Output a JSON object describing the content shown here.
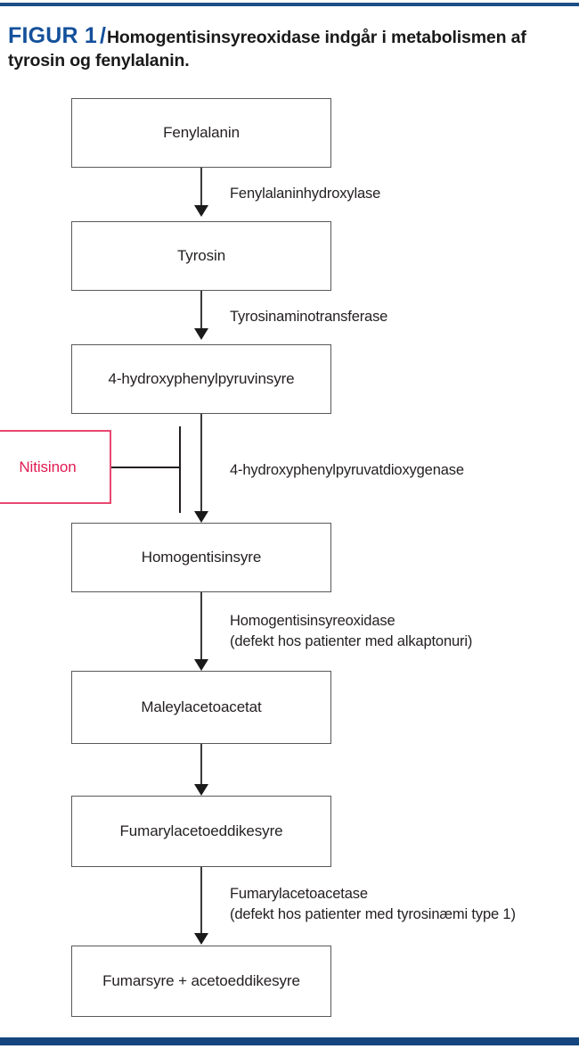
{
  "figure": {
    "label": "FIGUR 1",
    "separator": "/",
    "caption": "Homogentisinsyreoxidase indgår i metabolismen af tyrosin og fenylalanin.",
    "accent_color": "#14509B",
    "rule_color": "#14457E",
    "inhibitor_color": "#E21B52",
    "box_border_color": "#58595B"
  },
  "chart_data": {
    "type": "diagram",
    "title": "Homogentisinsyreoxidase indgår i metabolismen af tyrosin og fenylalanin.",
    "nodes": [
      {
        "id": "fenylalanin",
        "label": "Fenylalanin",
        "kind": "metabolite"
      },
      {
        "id": "tyrosin",
        "label": "Tyrosin",
        "kind": "metabolite"
      },
      {
        "id": "hpp",
        "label": "4-hydroxyphenylpyruvinsyre",
        "kind": "metabolite"
      },
      {
        "id": "nitisinon",
        "label": "Nitisinon",
        "kind": "inhibitor"
      },
      {
        "id": "homogentisinsyre",
        "label": "Homogentisinsyre",
        "kind": "metabolite"
      },
      {
        "id": "maleylacetoacetat",
        "label": "Maleylacetoacetat",
        "kind": "metabolite"
      },
      {
        "id": "fae",
        "label": "Fumarylacetoeddikesyre",
        "kind": "metabolite"
      },
      {
        "id": "fumarsyre",
        "label": "Fumarsyre + acetoeddikesyre",
        "kind": "metabolite"
      }
    ],
    "edges": [
      {
        "from": "fenylalanin",
        "to": "tyrosin",
        "type": "arrow",
        "label_line1": "Fenylalaninhydroxylase",
        "label_line2": ""
      },
      {
        "from": "tyrosin",
        "to": "hpp",
        "type": "arrow",
        "label_line1": "Tyrosinaminotransferase",
        "label_line2": ""
      },
      {
        "from": "hpp",
        "to": "homogentisinsyre",
        "type": "arrow",
        "label_line1": "4-hydroxyphenylpyruvatdioxygenase",
        "label_line2": ""
      },
      {
        "from": "nitisinon",
        "to": "hpp-to-homogentisinsyre",
        "type": "inhibition",
        "label_line1": "",
        "label_line2": ""
      },
      {
        "from": "homogentisinsyre",
        "to": "maleylacetoacetat",
        "type": "arrow",
        "label_line1": "Homogentisinsyreoxidase",
        "label_line2": "(defekt hos patienter med alkaptonuri)"
      },
      {
        "from": "maleylacetoacetat",
        "to": "fae",
        "type": "arrow",
        "label_line1": "",
        "label_line2": ""
      },
      {
        "from": "fae",
        "to": "fumarsyre",
        "type": "arrow",
        "label_line1": "Fumarylacetoacetase",
        "label_line2": "(defekt hos patienter med tyrosinæmi type 1)"
      }
    ]
  }
}
